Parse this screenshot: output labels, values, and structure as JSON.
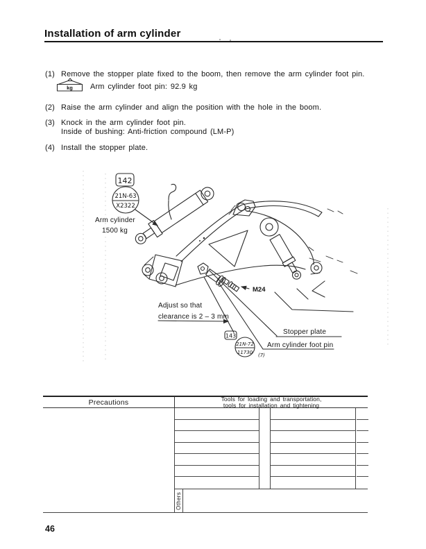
{
  "page": {
    "title": "Installation of arm cylinder",
    "page_number": "46"
  },
  "steps": [
    {
      "num": "(1)",
      "text": "Remove the stopper plate fixed to the boom, then remove the arm cylinder foot pin."
    },
    {
      "num": "(2)",
      "text": "Raise the arm cylinder and align the position with the hole in the boom."
    },
    {
      "num": "(3)",
      "text": "Knock in the arm cylinder foot pin.",
      "text2": "Inside of bushing: Anti-friction compound (LM-P)"
    },
    {
      "num": "(4)",
      "text": "Install the stopper plate."
    }
  ],
  "weight_note": {
    "icon_text": "kg",
    "text": "Arm cylinder foot pin: 92.9 kg"
  },
  "diagram": {
    "callout_upper": {
      "ref": "142",
      "part_line1": "21N-63",
      "part_line2": "X2322"
    },
    "cylinder_label_line1": "Arm cylinder",
    "cylinder_label_line2": "1500 kg",
    "bolt_label": "M24",
    "adjust_note_line1": "Adjust so that",
    "adjust_note_line2": "clearance is 2 – 3 mm",
    "callout_lower": {
      "ref": "143",
      "part_line1": "21N-72",
      "part_line2": "11730",
      "qty": "(7)"
    },
    "label_stopper_plate": "Stopper plate",
    "label_foot_pin": "Arm cylinder foot pin"
  },
  "table": {
    "left_header": "Precautions",
    "right_header_line1": "Tools for loading and transportation,",
    "right_header_line2": "tools for installation and tightening",
    "others_label": "Others",
    "rows": 7
  }
}
